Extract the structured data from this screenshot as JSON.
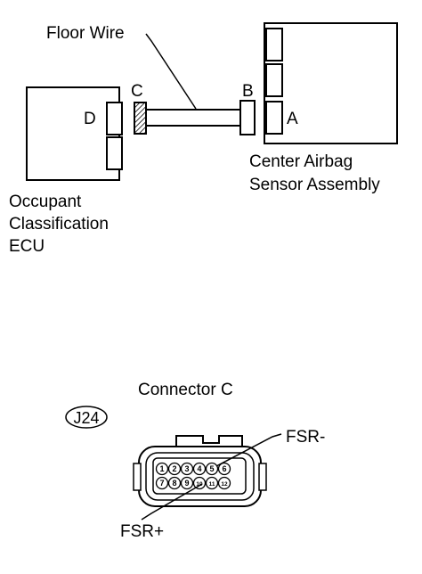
{
  "labels": {
    "floor_wire": "Floor Wire",
    "conn_c": "C",
    "conn_b": "B",
    "conn_d": "D",
    "conn_a": "A",
    "center_airbag_line1": "Center Airbag",
    "center_airbag_line2": "Sensor Assembly",
    "occupant_line1": "Occupant",
    "occupant_line2": "Classification",
    "occupant_line3": "ECU",
    "connector_title": "Connector C",
    "connector_code": "J24",
    "fsr_minus": "FSR-",
    "fsr_plus": "FSR+"
  },
  "connector_pins": {
    "top_row": [
      "1",
      "2",
      "3",
      "4",
      "5",
      "6"
    ],
    "bottom_row": [
      "7",
      "8",
      "9",
      "10",
      "11",
      "12"
    ]
  }
}
